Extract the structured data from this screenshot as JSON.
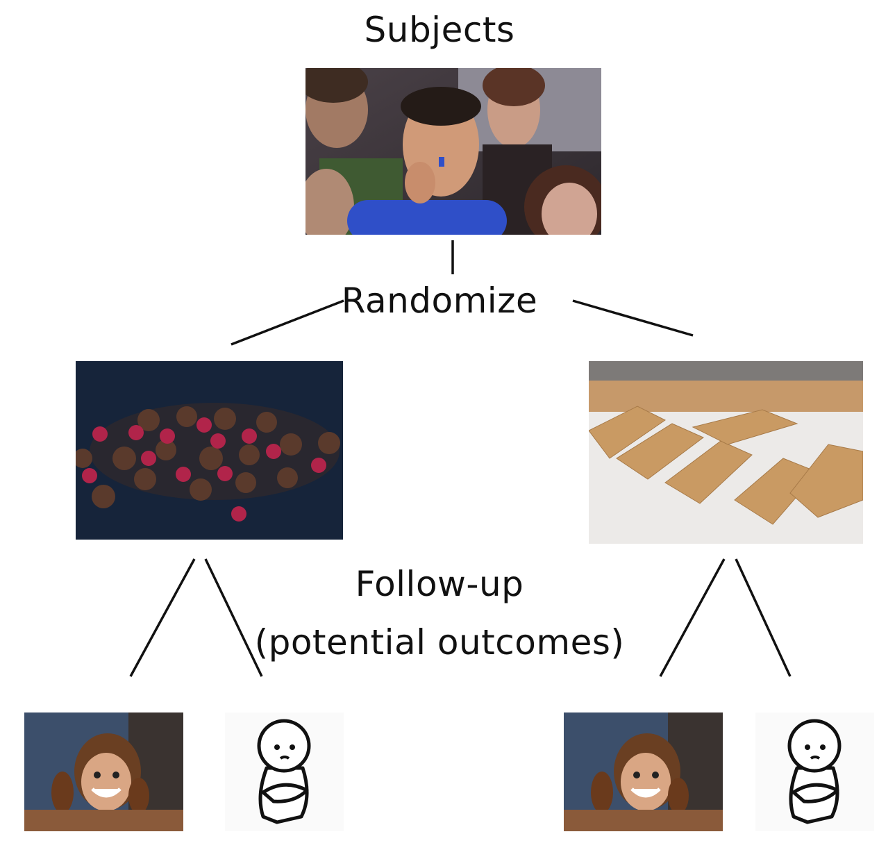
{
  "labels": {
    "subjects": "Subjects",
    "randomize": "Randomize",
    "follow_up": "Follow-up",
    "potential_outcomes": "(potential outcomes)"
  },
  "images": {
    "subjects": "audience-photo",
    "treatment": "chocolate-truffles-raspberries-photo",
    "control": "crackers-photo",
    "happy_outcome": "happy-boy-chocolate-bunnies-photo",
    "sad_outcome": "sad-figure-icon"
  },
  "colors": {
    "line": "#111111",
    "shirt_blue": "#2f4fc8",
    "chocolate_bg": "#16243a",
    "raspberry": "#b1244a",
    "cracker": "#c99a63"
  }
}
